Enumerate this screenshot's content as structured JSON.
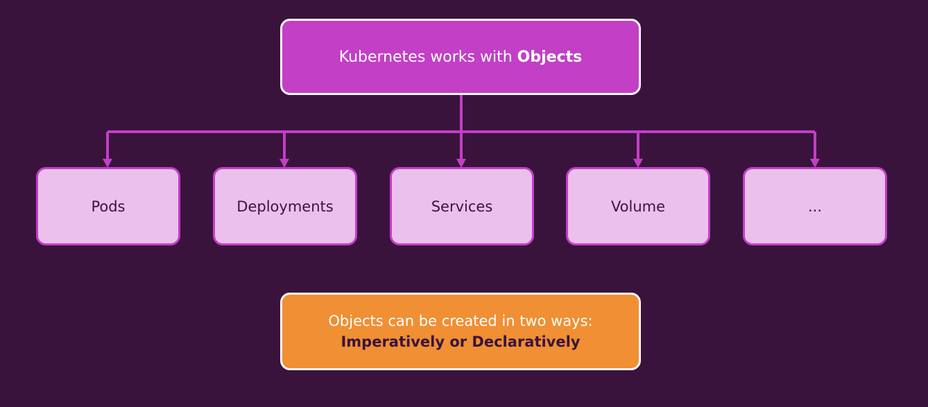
{
  "colors": {
    "background": "#3a133d",
    "accent": "#c23fc6",
    "box_fill_light": "#ebc0ec",
    "box_text_dark": "#3a133d",
    "highlight_fill": "#f08f33",
    "white": "#ffffff"
  },
  "top": {
    "text": "Kubernetes works with",
    "bold": "Objects"
  },
  "objects": [
    {
      "label": "Pods"
    },
    {
      "label": "Deployments"
    },
    {
      "label": "Services"
    },
    {
      "label": "Volume"
    },
    {
      "label": "..."
    }
  ],
  "bottom": {
    "line1": "Objects can be created in two ways:",
    "line2": "Imperatively or Declaratively"
  }
}
